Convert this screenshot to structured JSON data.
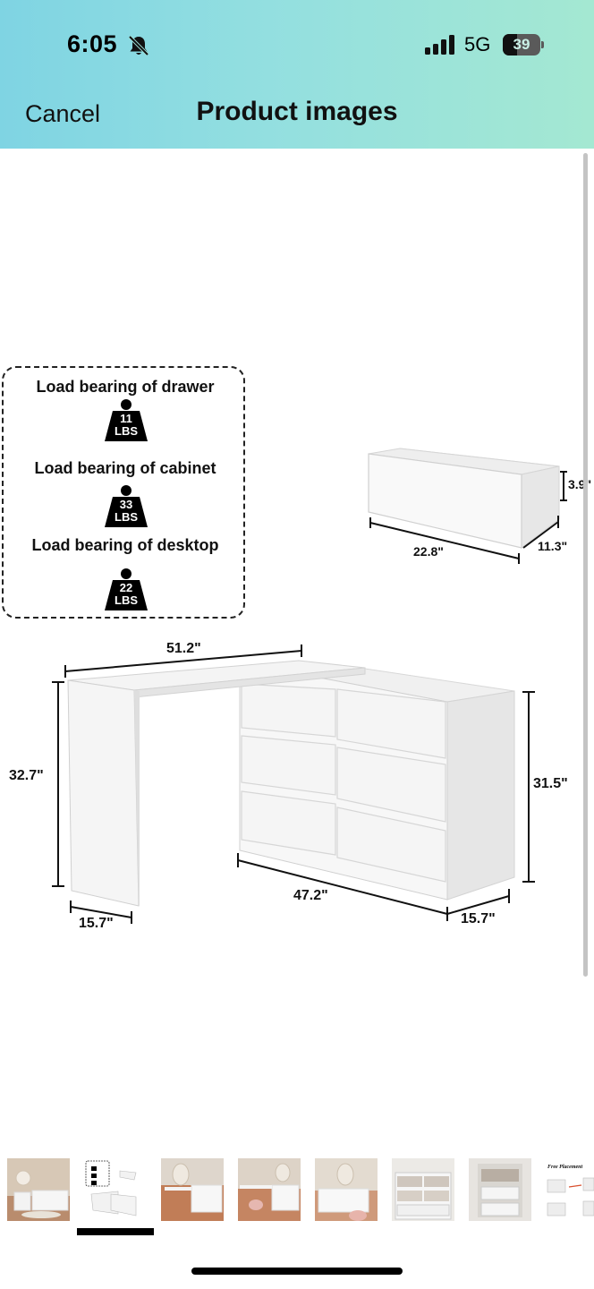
{
  "status_bar": {
    "time": "6:05",
    "network": "5G",
    "battery_level": "39",
    "battery_fraction": 0.39,
    "icons": [
      "bell-slash-icon",
      "signal-bars-icon",
      "battery-icon"
    ]
  },
  "header": {
    "cancel_label": "Cancel",
    "title": "Product images",
    "gradient_colors": [
      "#7fd4e3",
      "#a4e8d2"
    ]
  },
  "product_image": {
    "load_bearing": [
      {
        "label": "Load bearing of drawer",
        "value": "11",
        "unit": "LBS"
      },
      {
        "label": "Load bearing of cabinet",
        "value": "33",
        "unit": "LBS"
      },
      {
        "label": "Load bearing of desktop",
        "value": "22",
        "unit": "LBS"
      }
    ],
    "drawer_dimensions": {
      "height": "3.9\"",
      "width": "22.8\"",
      "depth": "11.3\""
    },
    "desk_dimensions": {
      "top_width": "51.2\"",
      "desk_height": "32.7\"",
      "desk_depth": "15.7\"",
      "cabinet_width": "47.2\"",
      "cabinet_depth": "15.7\"",
      "cabinet_height": "31.5\""
    }
  },
  "thumbnails": {
    "count": 8,
    "selected_index": 1,
    "items": [
      "room-photo-dresser",
      "dimension-diagram",
      "room-photo-desk-mirror",
      "room-photo-desk-chair",
      "room-photo-vanity",
      "open-drawers",
      "drawer-closeup",
      "free-placement-diagram"
    ],
    "free_placement_caption": "Free Placement"
  }
}
